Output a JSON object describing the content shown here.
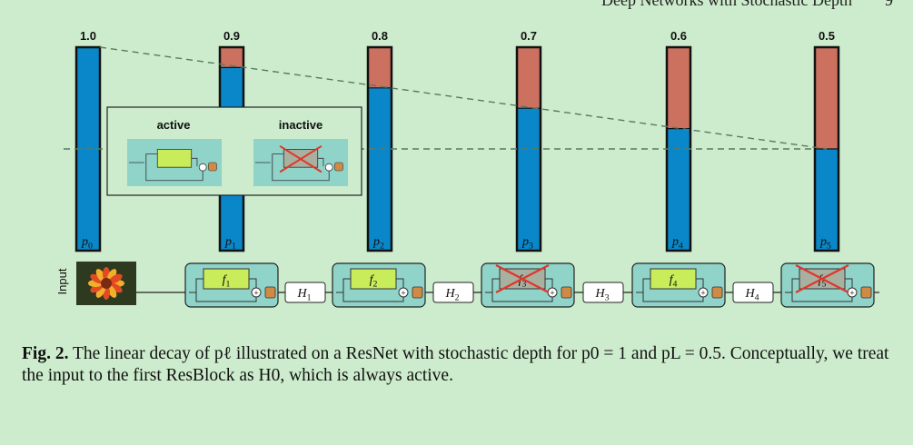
{
  "header": {
    "running_title": "Deep Networks with Stochastic Depth",
    "page_number": "9"
  },
  "figure": {
    "survival_probs": [
      {
        "value": 1.0,
        "label": "1.0",
        "prob_label": "p0"
      },
      {
        "value": 0.9,
        "label": "0.9",
        "prob_label": "p1"
      },
      {
        "value": 0.8,
        "label": "0.8",
        "prob_label": "p2"
      },
      {
        "value": 0.7,
        "label": "0.7",
        "prob_label": "p3"
      },
      {
        "value": 0.6,
        "label": "0.6",
        "prob_label": "p4"
      },
      {
        "value": 0.5,
        "label": "0.5",
        "prob_label": "p5"
      }
    ],
    "legend": {
      "active": "active",
      "inactive": "inactive"
    },
    "input_label": "Input",
    "blocks": [
      {
        "f_label": "f1",
        "active": true
      },
      {
        "f_label": "f2",
        "active": true
      },
      {
        "f_label": "f3",
        "active": false
      },
      {
        "f_label": "f4",
        "active": true
      },
      {
        "f_label": "f5",
        "active": false
      }
    ],
    "h_labels": [
      "H1",
      "H2",
      "H3",
      "H4"
    ],
    "colors": {
      "survive": "#0a87c8",
      "drop": "#cc7060",
      "block_bg": "#8fd3c9",
      "f_active": "#c9ec5a",
      "f_inactive": "#a8b0a0",
      "cross": "#e0362c",
      "bn": "#d08a45"
    }
  },
  "caption": {
    "label": "Fig. 2.",
    "text": " The linear decay of pℓ illustrated on a ResNet with stochastic depth for p0 = 1 and pL = 0.5. Conceptually, we treat the input to the first ResBlock as H0, which is always active."
  }
}
